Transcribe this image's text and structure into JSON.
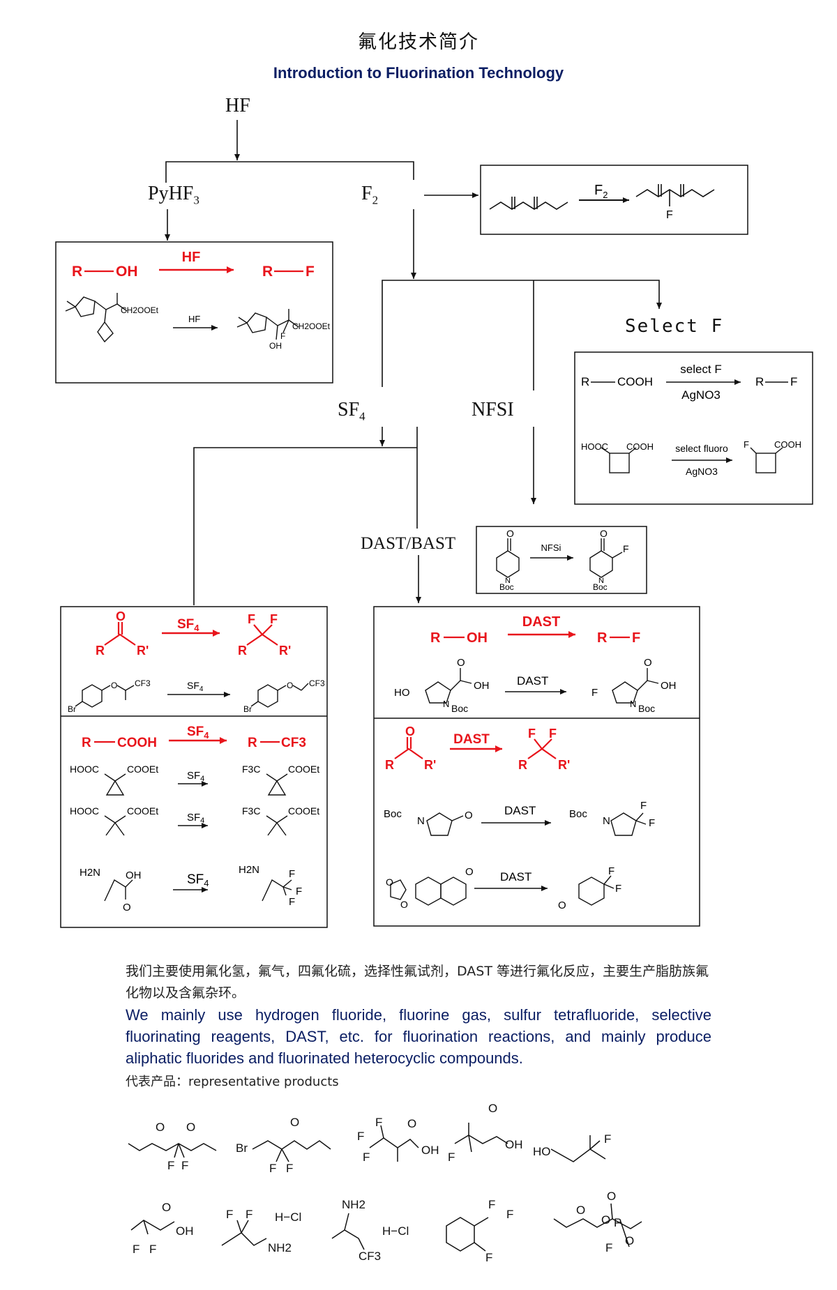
{
  "title": {
    "cn": "氟化技术简介",
    "en": "Introduction to Fluorination Technology"
  },
  "nodes": {
    "hf": "HF",
    "pyhf3": "PyHF",
    "pyhf3_sub": "3",
    "f2": "F",
    "f2_sub": "2",
    "sf4": "SF",
    "sf4_sub": "4",
    "nfsi": "NFSI",
    "selectf": "Select F",
    "dast_bast": "DAST/BAST"
  },
  "f2_box": {
    "reagent": "F",
    "reagent_sub": "2",
    "product_f": "F"
  },
  "hf_box": {
    "r": "R",
    "oh": "OH",
    "f": "F",
    "reagent": "HF",
    "sm_sub": "CH2OOEt",
    "pr_sub": "CH2OOEt",
    "oh_label": "OH",
    "f_label": "F",
    "small_reagent": "HF"
  },
  "selectf_box": {
    "r": "R",
    "cooh": "COOH",
    "f": "F",
    "reagent1": "select F",
    "cond1": "AgNO3",
    "hooc": "HOOC",
    "cooh2": "COOH",
    "reagent2": "select fluoro",
    "cond2": "AgNO3",
    "prod_f": "F",
    "prod_cooh": "COOH"
  },
  "nfsi_box": {
    "reagent": "NFSi",
    "boc": "Boc",
    "n": "N",
    "f": "F",
    "o": "O"
  },
  "sf4_box": {
    "reagent": "SF",
    "reagent_sub": "4",
    "r": "R",
    "r2": "R'",
    "f": "F",
    "o": "O",
    "br": "Br",
    "cf3": "CF3",
    "cooh": "COOH",
    "hooc": "HOOC",
    "cooet": "COOEt",
    "f3c": "F3C",
    "h2n": "H2N",
    "oh": "OH"
  },
  "dast_box": {
    "reagent": "DAST",
    "r": "R",
    "oh": "OH",
    "f": "F",
    "ho": "HO",
    "n": "N",
    "boc": "Boc",
    "o": "O",
    "r2": "R'"
  },
  "text": {
    "cn": "我们主要使用氟化氢，氟气，四氟化硫，选择性氟试剂，DAST 等进行氟化反应，主要生产脂肪族氟化物以及含氟杂环。",
    "en": "We mainly use hydrogen fluoride, fluorine gas, sulfur tetrafluoride, selective fluorinating reagents, DAST, etc. for fluorination reactions, and mainly produce aliphatic fluorides and fluorinated heterocyclic compounds.",
    "rep": "代表产品：representative products"
  },
  "products": {
    "f": "F",
    "o": "O",
    "br": "Br",
    "oh": "OH",
    "ho": "HO",
    "hcl": "H−Cl",
    "nh2": "NH2",
    "cf3": "CF3",
    "p": "P"
  },
  "colors": {
    "accent_red": "#e8141b",
    "title_blue": "#0b1e63"
  }
}
